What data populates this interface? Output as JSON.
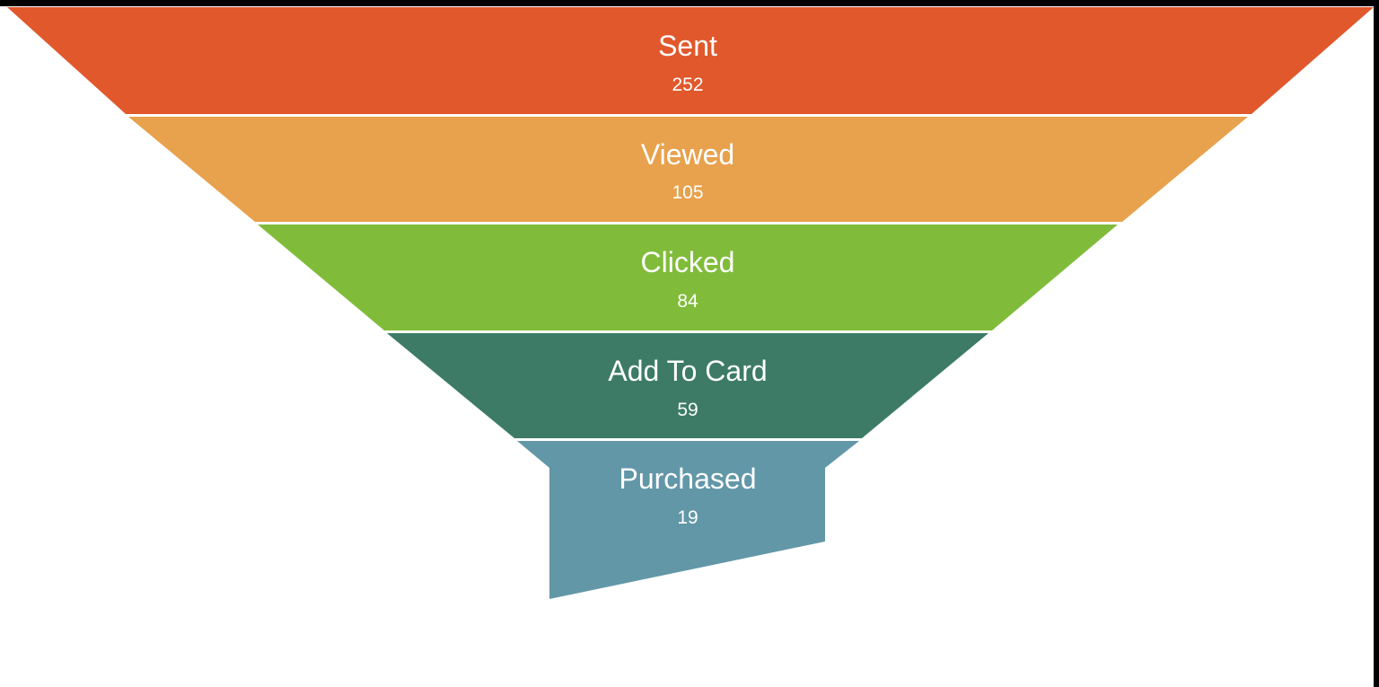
{
  "chart_data": {
    "type": "funnel",
    "stages": [
      {
        "label": "Sent",
        "value": 252,
        "value_text": "252",
        "color": "#E0582C"
      },
      {
        "label": "Viewed",
        "value": 105,
        "value_text": "105",
        "color": "#E8A14C"
      },
      {
        "label": "Clicked",
        "value": 84,
        "value_text": "84",
        "color": "#80BC3A"
      },
      {
        "label": "Add To Card",
        "value": 59,
        "value_text": "59",
        "color": "#3D7B66"
      },
      {
        "label": "Purchased",
        "value": 19,
        "value_text": "19",
        "color": "#6297A8"
      }
    ]
  }
}
